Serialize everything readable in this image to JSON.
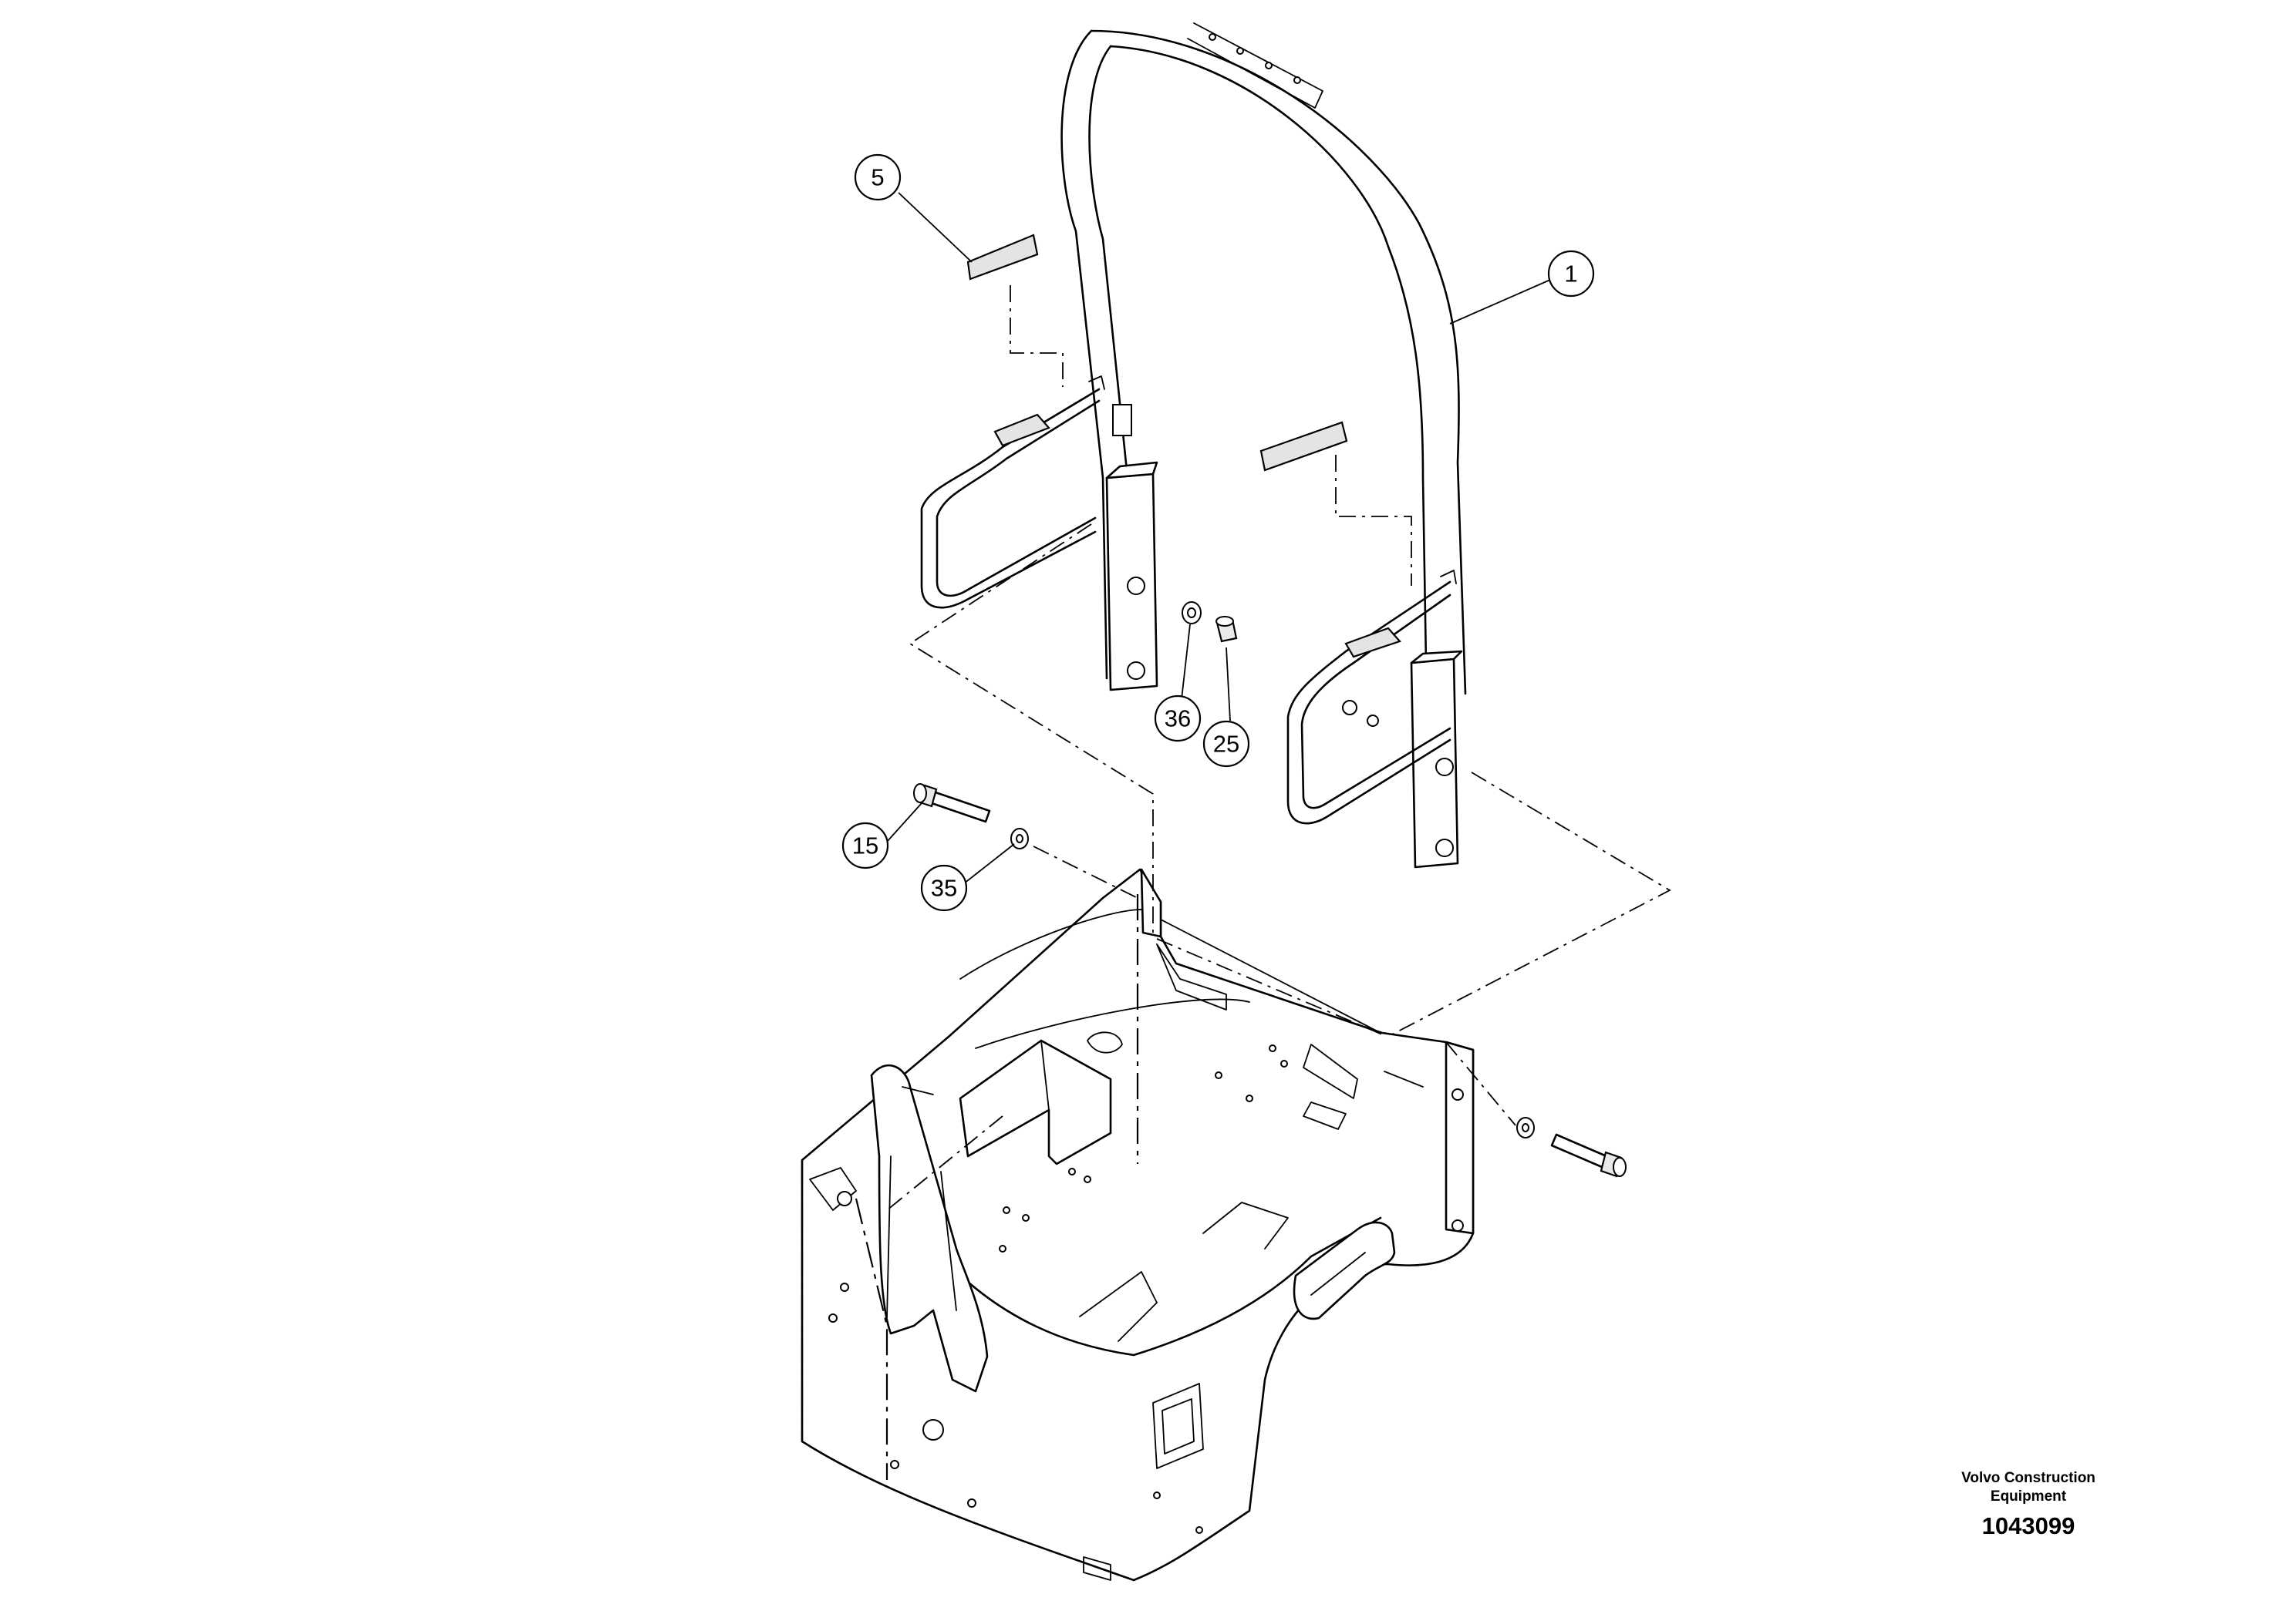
{
  "callouts": [
    {
      "label": "5"
    },
    {
      "label": "1"
    },
    {
      "label": "36"
    },
    {
      "label": "25"
    },
    {
      "label": "15"
    },
    {
      "label": "35"
    }
  ],
  "footer": {
    "company_line1": "Volvo Construction",
    "company_line2": "Equipment",
    "drawing_number": "1043099"
  }
}
